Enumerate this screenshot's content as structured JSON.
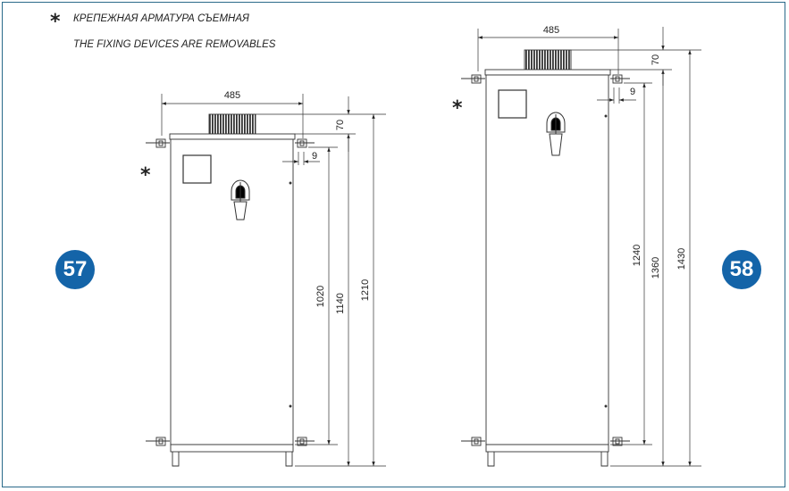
{
  "notes": {
    "asterisk": "*",
    "note_ru": "КРЕПЕЖНАЯ АРМАТУРА СЪЕМНАЯ",
    "note_en": "THE FIXING DEVICES ARE REMOVABLES"
  },
  "cabinet_57": {
    "badge": "57",
    "width": "485",
    "top_height": "70",
    "bracket": "9",
    "h1": "1020",
    "h2": "1140",
    "h3": "1210"
  },
  "cabinet_58": {
    "badge": "58",
    "width": "485",
    "top_height": "70",
    "bracket": "9",
    "h1": "1240",
    "h2": "1360",
    "h3": "1430"
  },
  "colors": {
    "badge_blue": "#1464a8",
    "border": "#2a6a8a"
  }
}
